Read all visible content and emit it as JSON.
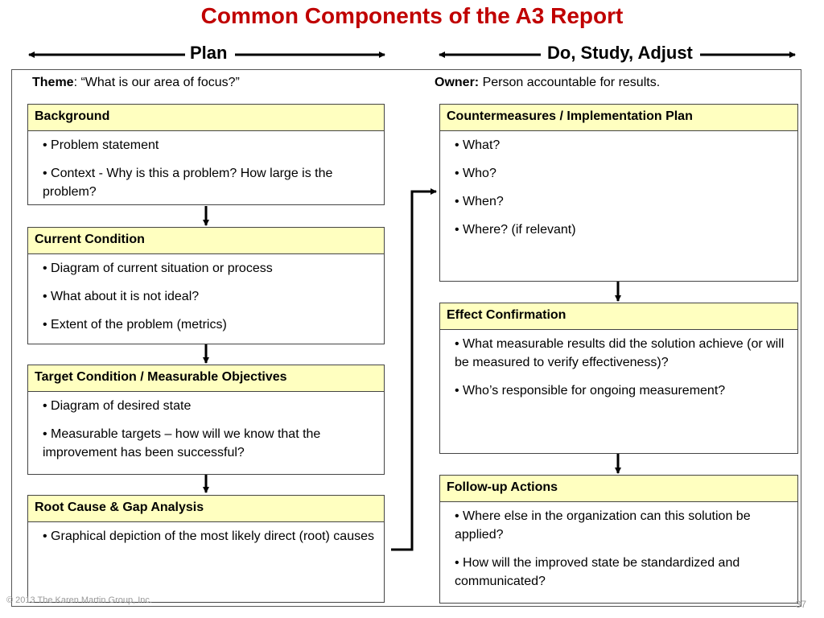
{
  "title": "Common Components of the A3 Report",
  "phases": {
    "plan": "Plan",
    "do": "Do, Study, Adjust"
  },
  "theme": {
    "label": "Theme",
    "text": ":  “What is our area of focus?”"
  },
  "owner": {
    "label": "Owner:",
    "text": " Person accountable for results."
  },
  "left_boxes": [
    {
      "header": "Background",
      "items": [
        "• Problem statement",
        "• Context - Why is this a problem? How large is the problem?"
      ]
    },
    {
      "header": "Current Condition",
      "items": [
        "• Diagram of current situation or process",
        "• What about it is not ideal?",
        "• Extent of the problem (metrics)"
      ]
    },
    {
      "header": "Target Condition / Measurable Objectives",
      "items": [
        "• Diagram of desired state",
        "• Measurable targets – how will we know that the improvement has been successful?"
      ]
    },
    {
      "header": "Root Cause & Gap Analysis",
      "items": [
        "• Graphical depiction of the most likely direct (root) causes"
      ]
    }
  ],
  "right_boxes": [
    {
      "header": "Countermeasures / Implementation Plan",
      "items": [
        "• What?",
        "• Who?",
        "• When?",
        "• Where? (if relevant)"
      ]
    },
    {
      "header": "Effect Confirmation",
      "items": [
        "• What measurable results did the solution achieve (or will be measured to verify effectiveness)?",
        "• Who’s responsible for ongoing measurement?"
      ]
    },
    {
      "header": "Follow-up Actions",
      "items": [
        "• Where else in the organization can this solution be applied?",
        "• How will the improved state be standardized and communicated?"
      ]
    }
  ],
  "footer": "© 2013 The Karen Martin Group, Inc.",
  "page_number": "37"
}
